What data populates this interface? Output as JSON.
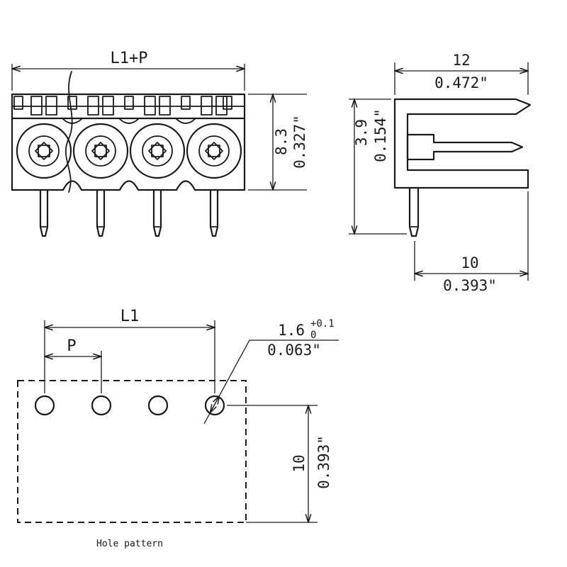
{
  "drawing": {
    "type": "technical-drawing",
    "caption": "Hole pattern",
    "colors": {
      "line": "#1a1a1a",
      "background": "#ffffff"
    },
    "front_view": {
      "dim_overall_width": "L1+P",
      "dim_height_mm": "8.3",
      "dim_height_in": "0.327\""
    },
    "side_view": {
      "dim_width_mm": "12",
      "dim_width_in": "0.472\"",
      "dim_pin_mm": "3.9",
      "dim_pin_in": "0.154\"",
      "dim_depth_mm": "10",
      "dim_depth_in": "0.393\""
    },
    "hole_pattern": {
      "dim_l1": "L1",
      "dim_pitch": "P",
      "hole_dia_mm": "1.6",
      "hole_tol_upper": "+0.1",
      "hole_tol_lower": "0",
      "hole_dia_in": "0.063\"",
      "dim_row_mm": "10",
      "dim_row_in": "0.393\""
    }
  }
}
